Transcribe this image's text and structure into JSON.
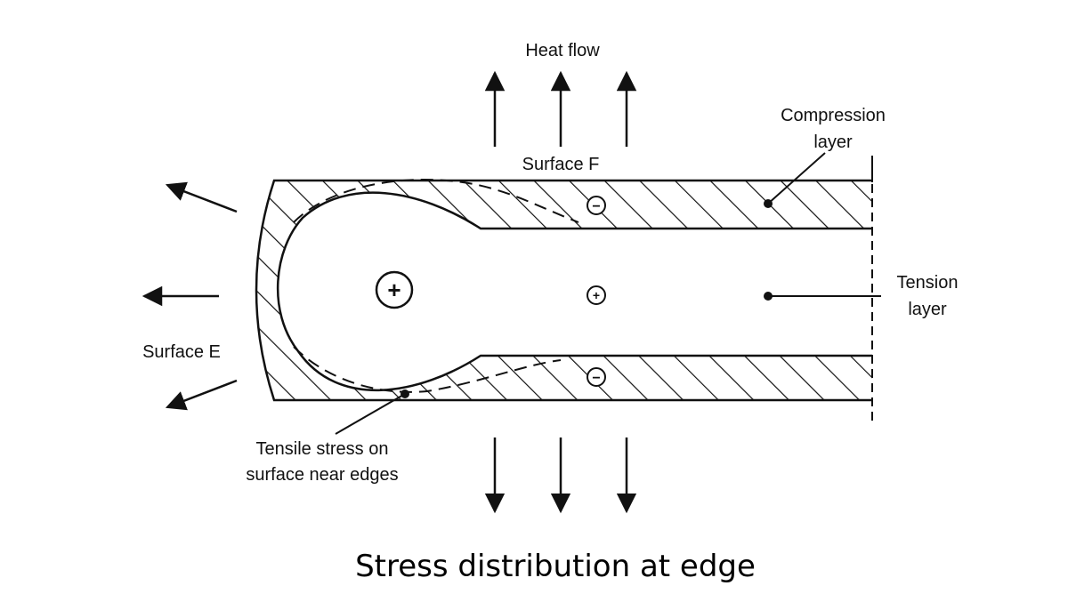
{
  "labels": {
    "heat_flow": "Heat flow",
    "surface_f": "Surface F",
    "compression_line1": "Compression",
    "compression_line2": "layer",
    "tension_line1": "Tension",
    "tension_line2": "layer",
    "surface_e": "Surface E",
    "tensile_line1": "Tensile stress on",
    "tensile_line2": "surface near edges"
  },
  "signs": {
    "plus_large": "+",
    "plus_small": "+",
    "minus_top": "−",
    "minus_bottom": "−"
  },
  "caption": "Stress distribution at edge",
  "colors": {
    "ink": "#111111",
    "background": "#ffffff"
  }
}
